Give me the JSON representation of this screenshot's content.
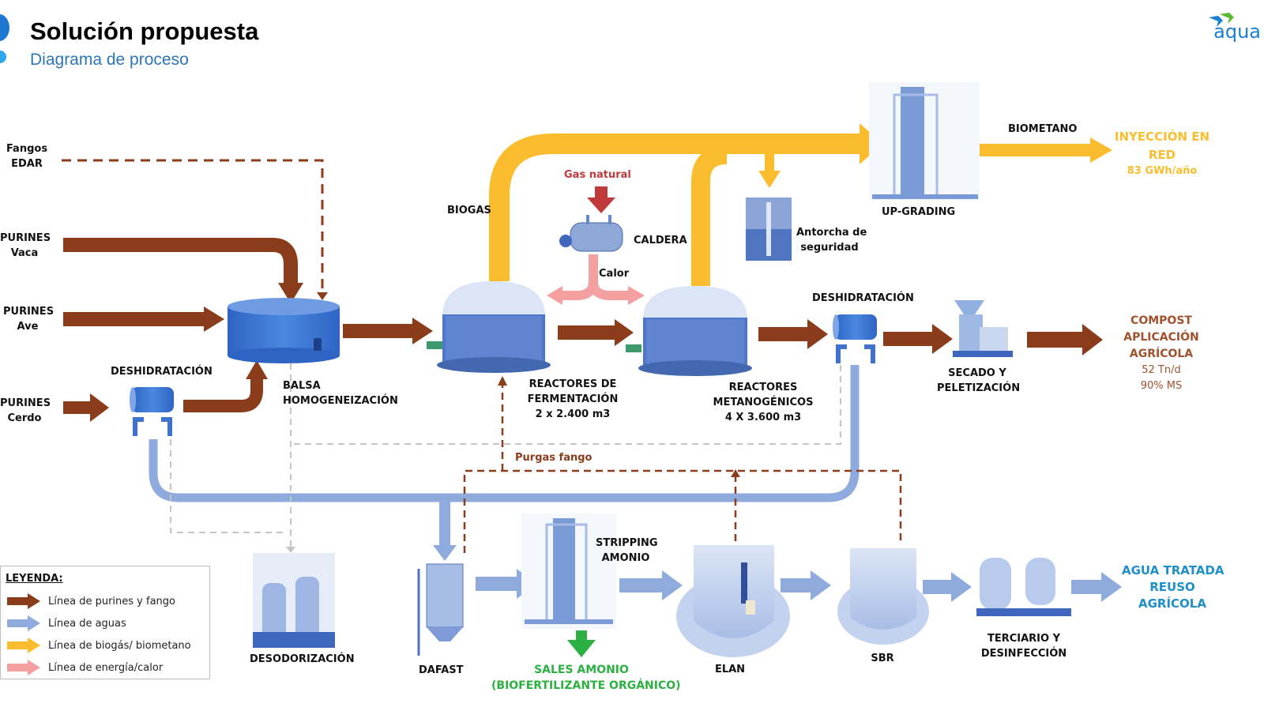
{
  "header": {
    "title": "Solución propuesta",
    "subtitle": "Diagrama de proceso",
    "logo_text": "aqua"
  },
  "colors": {
    "purines_fango": "#8b3d1b",
    "aguas": "#8fabde",
    "biogas": "#fbbd2e",
    "energia": "#f5a0a0",
    "gas_natural": "#c0393b",
    "sales_green": "#2bb041",
    "title_blue": "#2e75b6",
    "water_output_blue": "#1f8fc9",
    "output_yellow": "#fbbd2e",
    "output_brown": "#a0522d"
  },
  "inputs": {
    "fangos": [
      "Fangos",
      "EDAR"
    ],
    "purines_vaca": [
      "PURINES",
      "Vaca"
    ],
    "purines_ave": [
      "PURINES",
      "Ave"
    ],
    "purines_cerdo": [
      "PURINES",
      "Cerdo"
    ]
  },
  "units": {
    "deshidratacion_1": "DESHIDRATACIÓN",
    "balsa": [
      "BALSA",
      "HOMOGENEIZACIÓN"
    ],
    "biogas_label": "BIOGAS",
    "gas_natural": "Gas natural",
    "caldera": "CALDERA",
    "calor": "Calor",
    "reactores_fermentacion": [
      "REACTORES DE",
      "FERMENTACIÓN",
      "2 x 2.400 m3"
    ],
    "reactores_metanogenicos": [
      "REACTORES",
      "METANOGÉNICOS",
      "4 X 3.600 m3"
    ],
    "antorcha": [
      "Antorcha de",
      "seguridad"
    ],
    "upgrading": "UP-GRADING",
    "biometano": "BIOMETANO",
    "deshidratacion_2": "DESHIDRATACIÓN",
    "secado": [
      "SECADO Y",
      "PELETIZACIÓN"
    ],
    "purgas_fango": "Purgas fango",
    "desodorizacion": "DESODORIZACIÓN",
    "dafast": "DAFAST",
    "stripping": [
      "STRIPPING",
      "AMONIO"
    ],
    "elan": "ELAN",
    "sbr": "SBR",
    "terciario": [
      "TERCIARIO Y",
      "DESINFECCIÓN"
    ]
  },
  "outputs": {
    "inyeccion": [
      "INYECCIÓN EN",
      "RED",
      "83 GWh/año"
    ],
    "compost": [
      "COMPOST",
      "APLICACIÓN",
      "AGRÍCOLA",
      "52 Tn/d",
      "90% MS"
    ],
    "agua": [
      "AGUA TRATADA",
      "REUSO",
      "AGRÍCOLA"
    ],
    "sales": [
      "SALES AMONIO",
      "(BIOFERTILIZANTE ORGÁNICO)"
    ]
  },
  "legend": {
    "title": "LEYENDA:",
    "items": [
      {
        "label": "Línea de purines y fango",
        "color": "#8b3d1b"
      },
      {
        "label": "Línea de aguas",
        "color": "#8fabde"
      },
      {
        "label": "Línea de biogás/ biometano",
        "color": "#fbbd2e"
      },
      {
        "label": "Línea de energía/calor",
        "color": "#f5a0a0"
      }
    ]
  }
}
